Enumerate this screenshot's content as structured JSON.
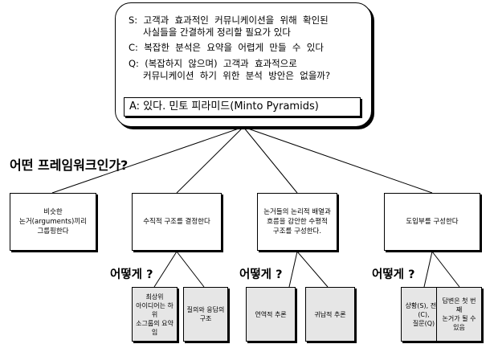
{
  "summary": {
    "s_line1": "S:  고객과  효과적인  커뮤니케이션을  위해  확인된",
    "s_line2": "사실들을 간결하게 정리할 필요가 있다",
    "c_line": "C:  복잡한  분석은  요약을  어렵게  만들  수  있다",
    "q_line1": "Q:  (복잡하지  않으며)  고객과  효과적으로",
    "q_line2": "커뮤니케이션  하기  위한  분석  방안은  없을까?",
    "answer": "A:  있다. 민토 피라미드(Minto Pyramids)"
  },
  "framework_question": "어떤 프레임워크인가?",
  "how_question": "어떻게 ?",
  "steps": [
    {
      "label": "비슷한\n논거(arguments)끼리\n그룹핑한다"
    },
    {
      "label": "수직적 구조를 결정한다"
    },
    {
      "label": "논거들의 논리적 배열과\n흐름을 감안한 수평적\n구조를 구성한다."
    },
    {
      "label": "도입부를 구성한다"
    }
  ],
  "substeps": [
    {
      "label": "최상위\n아이디어는 하위\n소그룹의 요약임"
    },
    {
      "label": "질의와 응답의\n구조"
    },
    {
      "label": "연역적 추론"
    },
    {
      "label": "귀납적 추론"
    },
    {
      "label": "상황(S), 전개(C),\n질문(Q)"
    },
    {
      "label": "답변은 첫 번째\n논거가 될 수\n있음"
    }
  ]
}
